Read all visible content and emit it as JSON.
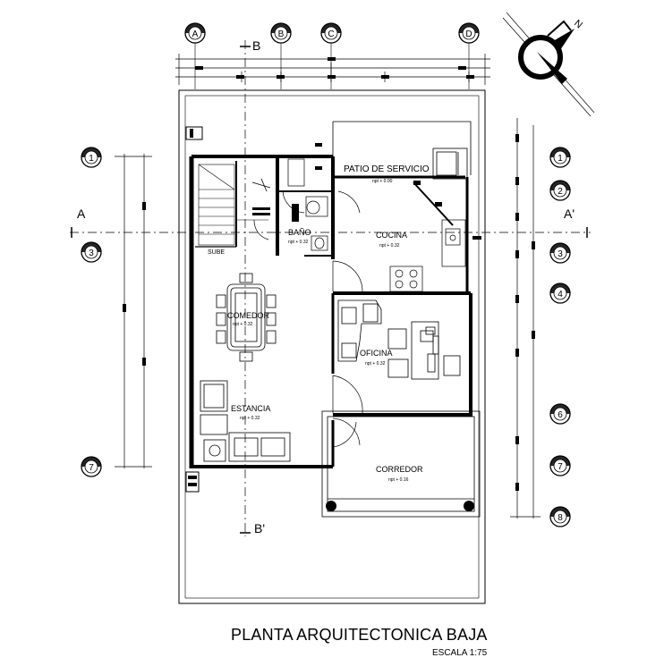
{
  "drawing": {
    "title": "PLANTA ARQUITECTONICA BAJA",
    "scale": "ESCALA 1:75"
  },
  "axes_letters": [
    "A",
    "B",
    "C",
    "D"
  ],
  "axes_numbers_left": [
    "1",
    "3",
    "7"
  ],
  "axes_numbers_right": [
    "1",
    "2",
    "3",
    "4",
    "6",
    "7",
    "8"
  ],
  "sections": {
    "a_left": "A",
    "a_right": "A'",
    "b_top": "B",
    "b_bottom": "B'"
  },
  "rooms": {
    "patio": {
      "name": "PATIO DE SERVICIO",
      "level": "npt + 0.00"
    },
    "bano": {
      "name": "BAÑO",
      "level": "npt + 0.32"
    },
    "cocina": {
      "name": "COCINA",
      "level": "npt + 0.32"
    },
    "comedor": {
      "name": "COMEDOR",
      "level": "npt + 0.32"
    },
    "oficina": {
      "name": "OFICINA",
      "level": "npt + 0.32"
    },
    "estancia": {
      "name": "ESTANCIA",
      "level": "npt + 0.32"
    },
    "corredor": {
      "name": "CORREDOR",
      "level": "npt + 0.16"
    },
    "sube": "SUBE"
  },
  "north_arrow_letter": "N"
}
